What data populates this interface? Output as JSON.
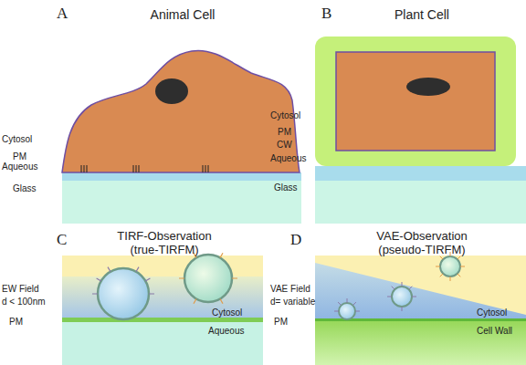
{
  "diagram": {
    "labels": [
      "A",
      "Animal Cell",
      "B",
      "Plant Cell",
      "Cytosol",
      "PM",
      "Aqueous",
      "Glass",
      "Cytosol",
      "PM",
      "CW",
      "Aqueous",
      "Glass",
      "C",
      "TIRF-Observation (true-TIRFM)",
      "D",
      "VAE-Observation (pseudo-TIRFM)",
      "EW Field",
      "d < 100nm",
      "Cytosol",
      "PM",
      "Aqueous",
      "VAE Field",
      "d= variable",
      "Cytosol",
      "PM",
      "Cell Wall"
    ]
  }
}
